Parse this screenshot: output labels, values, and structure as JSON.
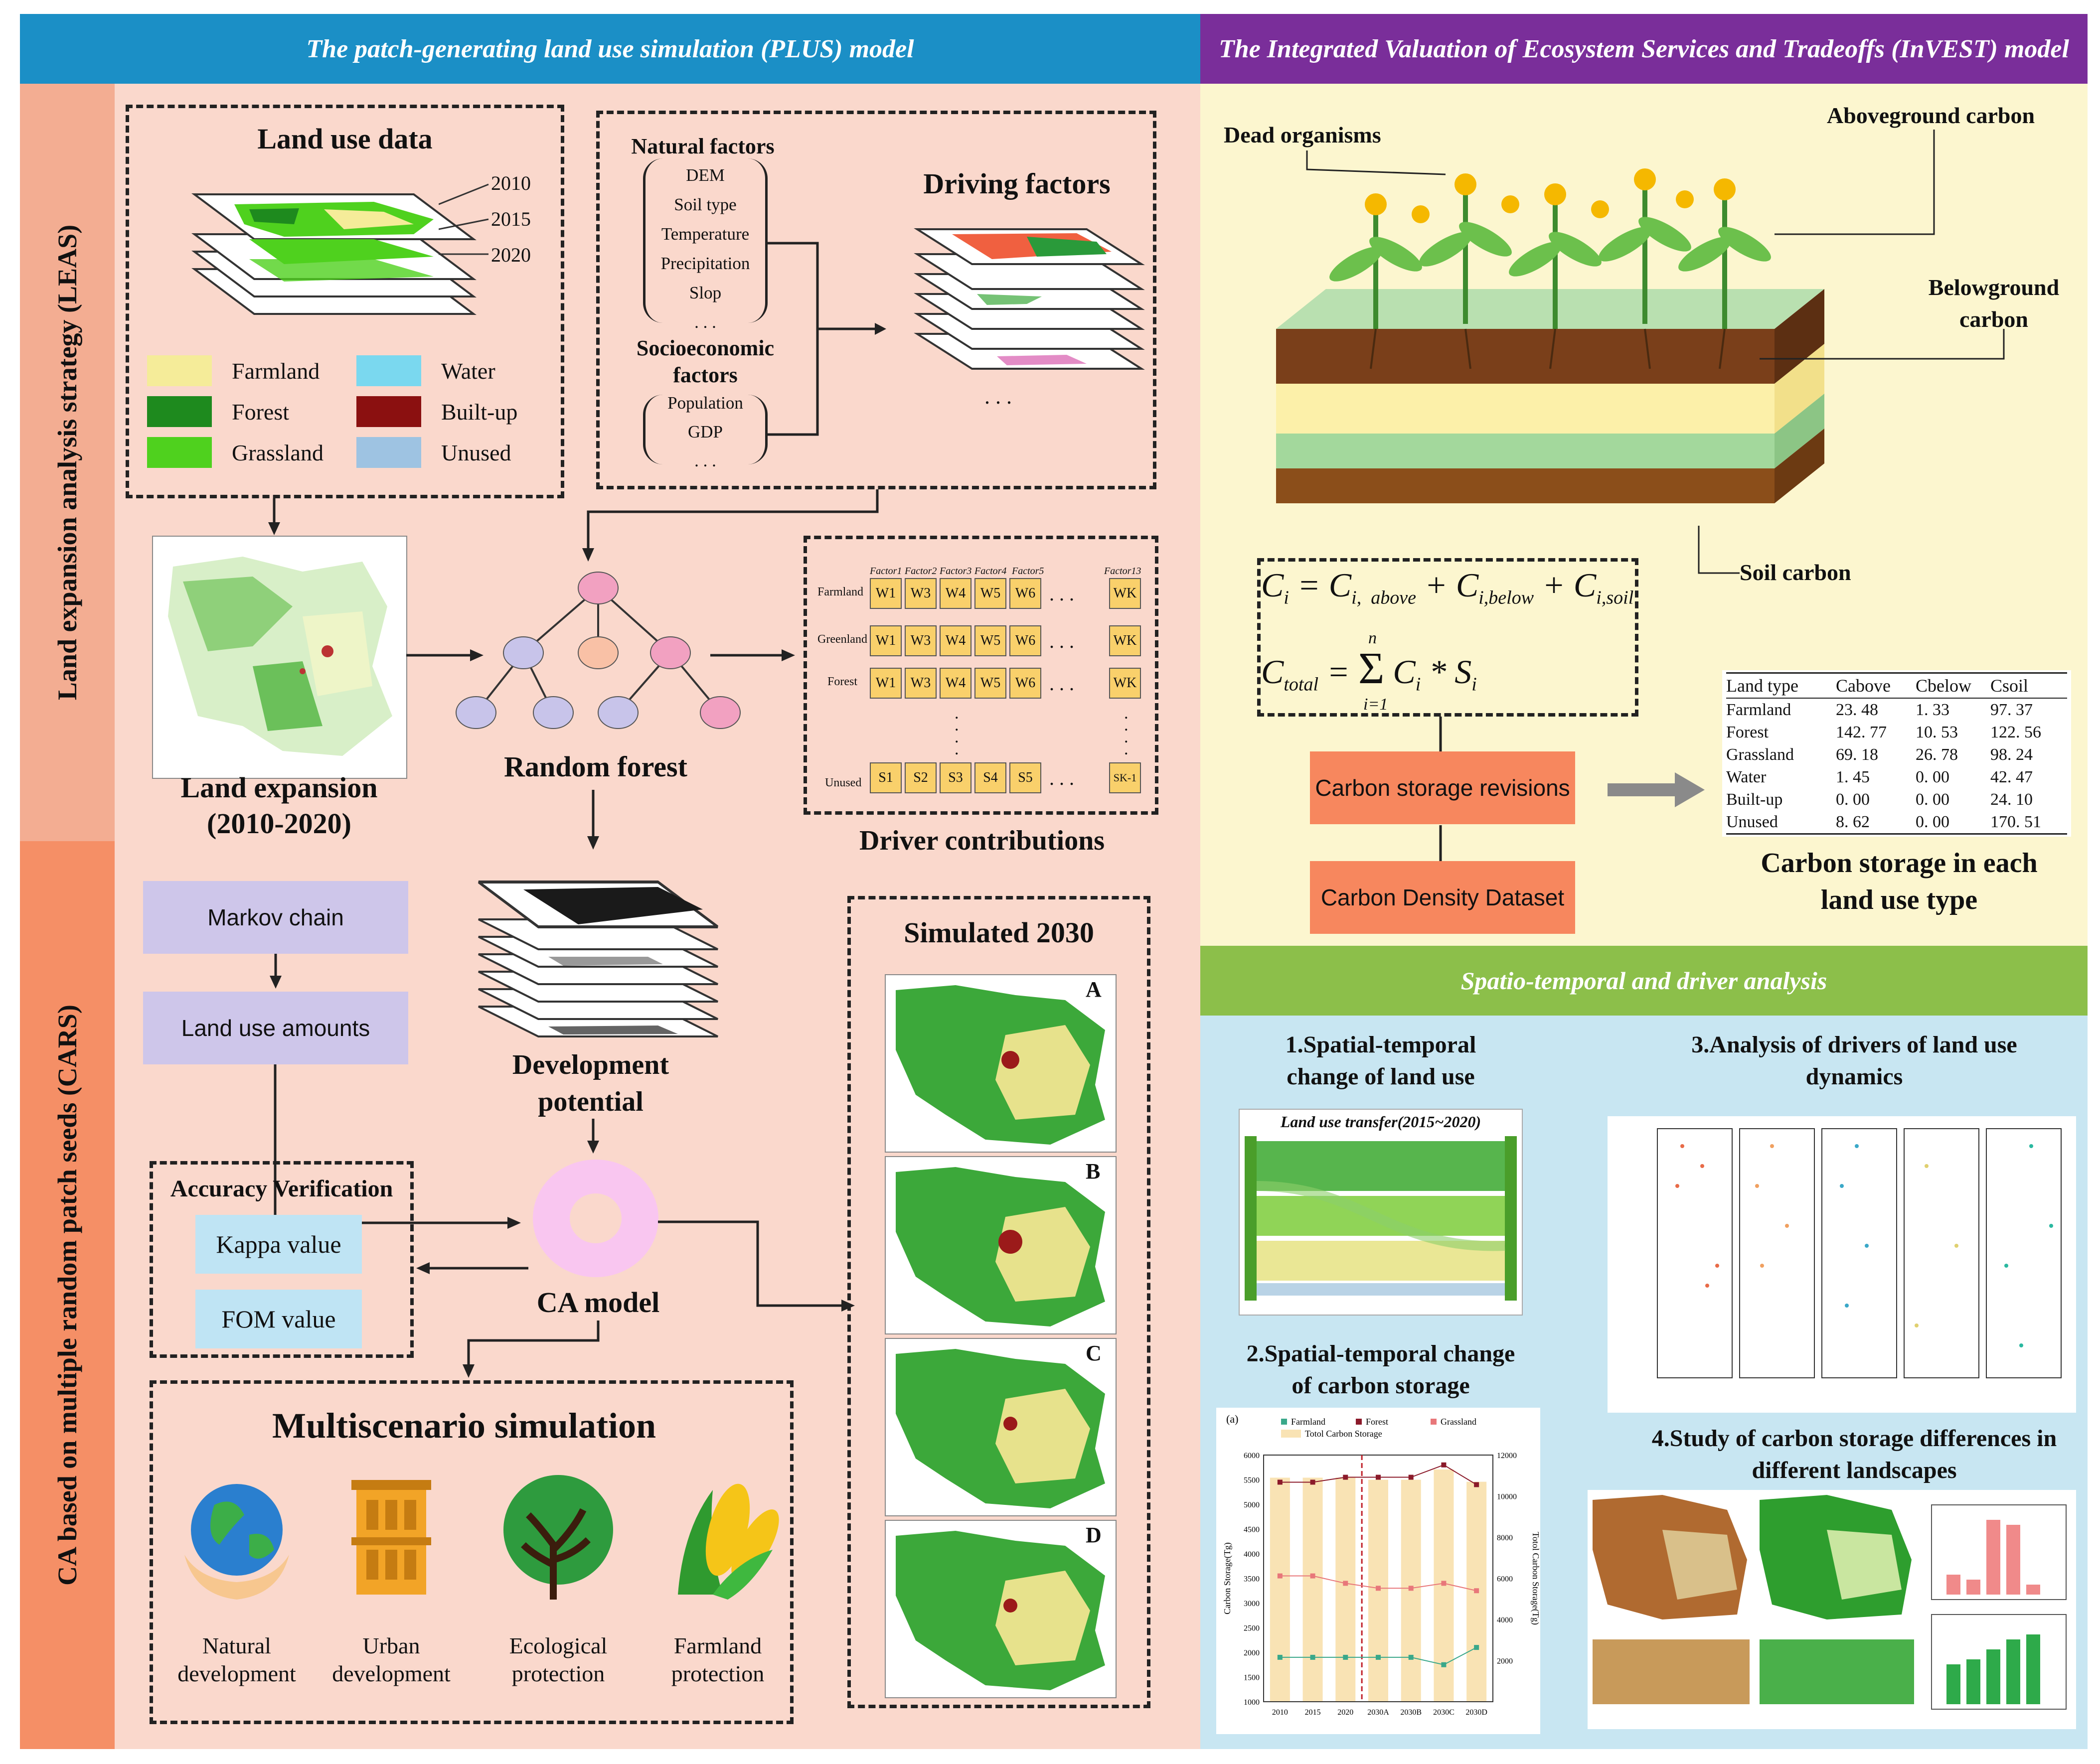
{
  "headers": {
    "plus": "The patch-generating land use simulation (PLUS) model",
    "invest": "The Integrated Valuation of Ecosystem Services and Tradeoffs (InVEST) model",
    "spatio": "Spatio-temporal and driver analysis"
  },
  "side_labels": {
    "leas": "Land expansion analysis strategy (LEAS)",
    "cars": "CA based on multiple random patch seeds (CARS)"
  },
  "land_use": {
    "title": "Land use data",
    "years": [
      "2010",
      "2015",
      "2020"
    ],
    "legend": [
      {
        "label": "Farmland",
        "color": "#f5ec99"
      },
      {
        "label": "Water",
        "color": "#7ad8ef"
      },
      {
        "label": "Forest",
        "color": "#1e8a1e"
      },
      {
        "label": "Built-up",
        "color": "#8b1010"
      },
      {
        "label": "Grassland",
        "color": "#4fd11e"
      },
      {
        "label": "Unused",
        "color": "#9ec3e2"
      }
    ]
  },
  "driving": {
    "natural_title": "Natural factors",
    "natural": [
      "DEM",
      "Soil type",
      "Temperature",
      "Precipitation",
      "Slop",
      ". . ."
    ],
    "socio_title": "Socioeconomic factors",
    "socio": [
      "Population",
      "GDP",
      ". . ."
    ],
    "title": "Driving factors",
    "ellipsis": ". . ."
  },
  "expansion": {
    "title": "Land expansion (2010-2020)"
  },
  "random_forest": {
    "title": "Random forest"
  },
  "contrib": {
    "title": "Driver contributions",
    "factors": [
      "Factor1",
      "Factor2",
      "Factor3",
      "Factor4",
      "Factor5",
      "Factor13"
    ],
    "rows": [
      {
        "label": "Farmland",
        "cells": [
          "W1",
          "W3",
          "W4",
          "W5",
          "W6"
        ],
        "last": "WK"
      },
      {
        "label": "Greenland",
        "cells": [
          "W1",
          "W3",
          "W4",
          "W5",
          "W6"
        ],
        "last": "WK"
      },
      {
        "label": "Forest",
        "cells": [
          "W1",
          "W3",
          "W4",
          "W5",
          "W6"
        ],
        "last": "WK"
      },
      {
        "label": "Unused",
        "cells": [
          "S1",
          "S2",
          "S3",
          "S4",
          "S5"
        ],
        "last": "SK-1"
      }
    ],
    "dots": ". . ."
  },
  "cars": {
    "markov": "Markov chain",
    "amounts": "Land use amounts",
    "dev_potential": "Development potential",
    "accuracy_title": "Accuracy Verification",
    "kappa": "Kappa value",
    "fom": "FOM value",
    "ca_model": "CA model",
    "multi_title": "Multiscenario simulation",
    "scenarios": [
      "Natural development",
      "Urban development",
      "Ecological protection",
      "Farmland protection"
    ]
  },
  "simulated": {
    "title": "Simulated 2030",
    "labels": [
      "A",
      "B",
      "C",
      "D"
    ]
  },
  "invest": {
    "dead": "Dead organisms",
    "above": "Aboveground carbon",
    "below": "Belowground carbon",
    "soil": "Soil carbon",
    "revisions": "Carbon storage revisions",
    "density": "Carbon Density Dataset",
    "table_caption": "Carbon storage in each land use type",
    "table_header": [
      "Land type",
      "Cabove",
      "Cbelow",
      "Csoil"
    ],
    "table_rows": [
      [
        "Farmland",
        "23. 48",
        "1. 33",
        "97. 37"
      ],
      [
        "Forest",
        "142. 77",
        "10. 53",
        "122. 56"
      ],
      [
        "Grassland",
        "69. 18",
        "26. 78",
        "98. 24"
      ],
      [
        "Water",
        "1. 45",
        "0. 00",
        "42. 47"
      ],
      [
        "Built-up",
        "0. 00",
        "0. 00",
        "24. 10"
      ],
      [
        "Unused",
        "8. 62",
        "0. 00",
        "170. 51"
      ]
    ]
  },
  "analysis": {
    "s1": "1.Spatial-temporal change of land use",
    "s1_chart": "Land use transfer(2015~2020)",
    "s2": "2.Spatial-temporal change of carbon storage",
    "s3": "3.Analysis of drivers of land use dynamics",
    "s4": "4.Study of carbon storage differences in different landscapes"
  },
  "chart_data": {
    "type": "bar",
    "panel": "(a)",
    "categories": [
      "2010",
      "2015",
      "2020",
      "2030A",
      "2030B",
      "2030C",
      "2030D"
    ],
    "series": [
      {
        "name": "Farmland",
        "type": "line",
        "axis": "left",
        "color": "#3aa88a",
        "values": [
          1900,
          1900,
          1900,
          1900,
          1900,
          1750,
          2100
        ]
      },
      {
        "name": "Forest",
        "type": "line",
        "axis": "left",
        "color": "#8b1a2a",
        "values": [
          5450,
          5450,
          5550,
          5550,
          5550,
          5800,
          5400
        ]
      },
      {
        "name": "Grassland",
        "type": "line",
        "axis": "left",
        "color": "#e8777a",
        "values": [
          3550,
          3550,
          3400,
          3300,
          3300,
          3400,
          3250
        ]
      },
      {
        "name": "Totol Carbon Storage",
        "type": "bar",
        "axis": "right",
        "color": "#f9e3b4",
        "values": [
          10900,
          10900,
          10900,
          10800,
          10800,
          11300,
          10700
        ]
      }
    ],
    "ylabel": "Carbon Storage(Tg)",
    "y2label": "Totol Carbon Storage(Tg)",
    "ylim": [
      1000,
      6000
    ],
    "y2lim": [
      0,
      12000
    ],
    "yticks": [
      "6000",
      "5500",
      "5000",
      "4500",
      "4000",
      "3500",
      "3000",
      "2500",
      "2000",
      "1500",
      "1000"
    ],
    "y2ticks": [
      "12000",
      "10000",
      "8000",
      "6000",
      "4000",
      "2000"
    ],
    "divider_after": "2020"
  }
}
